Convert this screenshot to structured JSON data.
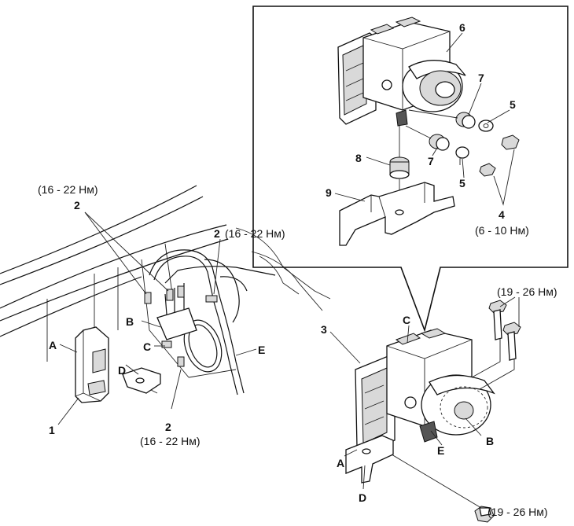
{
  "labels": {
    "n1": "1",
    "n2_top": "2",
    "n2_mid": "2",
    "n2_bot": "2",
    "n3": "3",
    "n4": "4",
    "n5_a": "5",
    "n5_b": "5",
    "n6": "6",
    "n7_a": "7",
    "n7_b": "7",
    "n8": "8",
    "n9": "9",
    "A_left": "A",
    "B_left": "B",
    "C_left": "C",
    "D_left": "D",
    "E_left": "E",
    "A_right": "A",
    "B_right": "B",
    "C_right": "C",
    "D_right": "D",
    "E_right": "E"
  },
  "torques": {
    "t2_top": "(16 - 22 Нм)",
    "t2_mid": "(16 - 22 Нм)",
    "t2_bot": "(16 - 22 Нм)",
    "t4": "(6 - 10 Нм)",
    "t_bolts": "(19 - 26 Нм)",
    "t_nut": "(19 - 26 Нм)"
  }
}
